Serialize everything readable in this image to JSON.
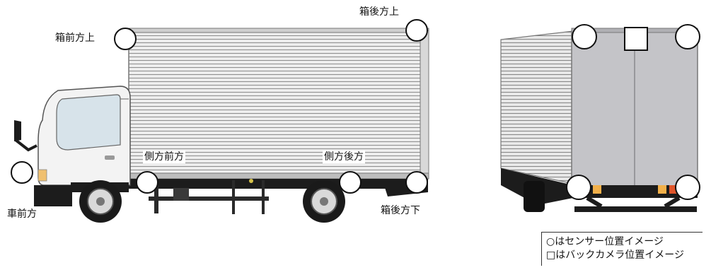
{
  "labels": {
    "box_front_top": "箱前方上",
    "box_rear_top": "箱後方上",
    "side_front": "側方前方",
    "side_rear": "側方後方",
    "vehicle_front": "車前方",
    "box_rear_bottom": "箱後方下"
  },
  "legend": {
    "sensor": "○はセンサー位置イメージ",
    "camera": "□はバックカメラ位置イメージ"
  },
  "colors": {
    "cab": "#f3f3f3",
    "cab_window": "#d7e3ea",
    "box_side": "#e6e6e6",
    "box_rear": "#c4c4c8",
    "chassis": "#1b1b1b",
    "lamp": "#e0552a",
    "sensor_stroke": "#111111"
  }
}
